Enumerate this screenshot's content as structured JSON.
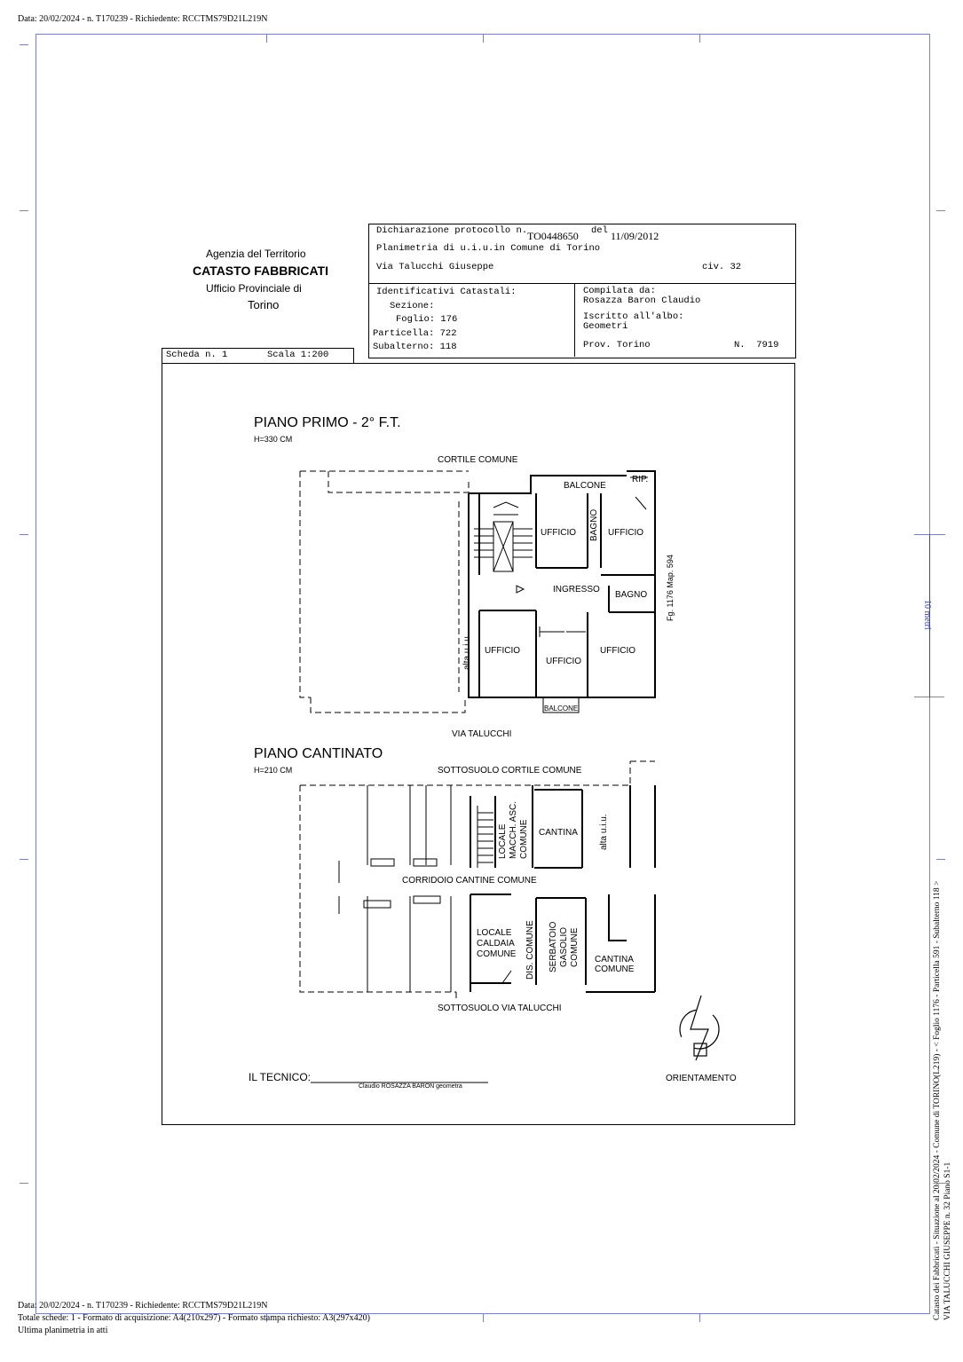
{
  "header_line": "Data: 20/02/2024 - n. T170239 - Richiedente: RCCTMS79D21L219N",
  "agency": {
    "line1": "Agenzia del Territorio",
    "line2": "CATASTO FABBRICATI",
    "line3": "Ufficio Provinciale di",
    "line4": "Torino"
  },
  "declaration": {
    "label": "Dichiarazione protocollo n.",
    "number": "TO0448650",
    "del_label": "del",
    "date": "11/09/2012",
    "planimetria": "Planimetria di u.i.u.in Comune di Torino",
    "address": "Via Talucchi Giuseppe",
    "civ": "civ. 32"
  },
  "identificativi": {
    "title": "Identificativi Catastali:",
    "sezione": "Sezione:",
    "foglio": "Foglio: 176",
    "particella": "Particella: 722",
    "subalterno": "Subalterno: 118"
  },
  "compilata": {
    "label": "Compilata da:",
    "name": "Rosazza Baron Claudio",
    "iscritto": "Iscritto all'albo:",
    "albo": "Geometri",
    "prov": "Prov. Torino",
    "n": "N.  7919"
  },
  "scheda": {
    "label": "Scheda n. 1",
    "scala": "Scala 1:200"
  },
  "piano_primo": {
    "title": "PIANO PRIMO - 2° F.T.",
    "height": "H=330 CM",
    "cortile": "CORTILE COMUNE",
    "balcone_top": "BALCONE",
    "rip": "RIP.",
    "ufficio1": "UFFICIO",
    "bagno_v": "BAGNO",
    "ufficio2": "UFFICIO",
    "ingresso": "INGRESSO",
    "bagno2": "BAGNO",
    "alta": "alta u.i.u.",
    "ufficio3": "UFFICIO",
    "ufficio4": "UFFICIO",
    "ufficio5": "UFFICIO",
    "balcone_bottom": "BALCONE",
    "fg_map": "Fg. 1176 Map. 594",
    "via": "VIA TALUCCHI"
  },
  "piano_cantinato": {
    "title": "PIANO CANTINATO",
    "height": "H=210 CM",
    "sottosuolo_cortile": "SOTTOSUOLO CORTILE COMUNE",
    "locale_macch": [
      "LOCALE",
      "MACCH. ASC.",
      "COMUNE"
    ],
    "cantina": "CANTINA",
    "alta": "alta u.i.u.",
    "corridoio": "CORRIDOIO CANTINE COMUNE",
    "caldaia": [
      "LOCALE",
      "CALDAIA",
      "COMUNE"
    ],
    "dis": "DIS. COMUNE",
    "serbatoio": [
      "SERBATOIO",
      "GASOLIO",
      "COMUNE"
    ],
    "cantina_comune": [
      "CANTINA",
      "COMUNE"
    ],
    "sottosuolo_via": "SOTTOSUOLO VIA TALUCCHI"
  },
  "tecnico": {
    "label": "IL TECNICO:",
    "name": "Claudio ROSAZZA BARON geometra"
  },
  "orientamento": "ORIENTAMENTO",
  "scale_label": "10 metri",
  "side_text_1": "Catasto dei Fabbricati - Situazione al 20/02/2024 - Comune di TORINO(L219) - < Foglio 1176 - Particella 591 - Subalterno 118 >",
  "side_text_2": "VIA TALUCCHI GIUSEPPE n. 32 Piano S1-1",
  "footer": {
    "line1": "Data: 20/02/2024 - n. T170239 - Richiedente: RCCTMS79D21L219N",
    "line2": "Totale schede: 1 - Formato di acquisizione: A4(210x297)  - Formato stampa richiesto: A3(297x420)",
    "line3": "Ultima planimetria in atti"
  }
}
